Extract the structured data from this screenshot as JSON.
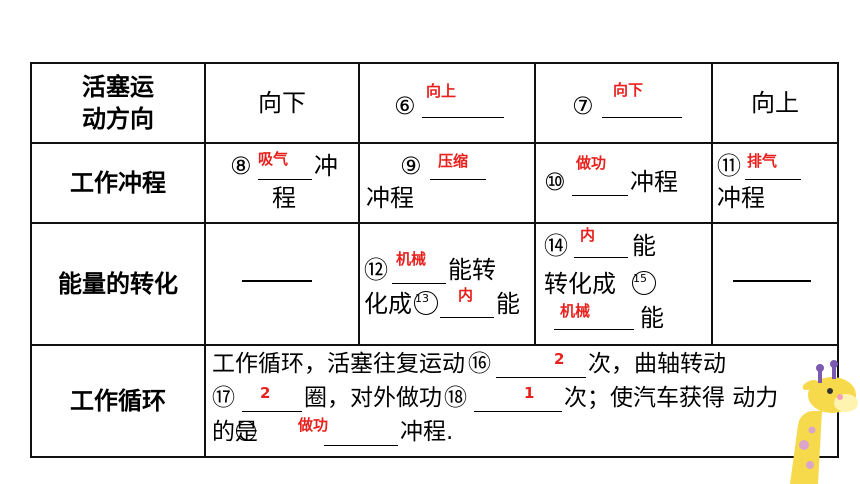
{
  "header": {
    "label_col": "活塞运\n动方向",
    "c1": "向下",
    "c2_num": "⑥",
    "c2_ans": "向上",
    "c3_num": "⑦",
    "c3_ans": "向下",
    "c4": "向上"
  },
  "stroke_row": {
    "label": "工作冲程",
    "c1_num": "⑧",
    "c1_ans": "吸气",
    "c1_tail1": "冲",
    "c1_tail2": "程",
    "c2_num": "⑨",
    "c2_ans": "压缩",
    "c2_tail": "冲程",
    "c3_num": "⑩",
    "c3_ans": "做功",
    "c3_tail": "冲程",
    "c4_num": "⑪",
    "c4_ans": "排气",
    "c4_tail": "冲程"
  },
  "energy_row": {
    "label": "能量的转化",
    "c2_num": "⑫",
    "c2_ans1": "机械",
    "c2_mid1": "能转",
    "c2_mid2": "化成",
    "c2_circ": "13",
    "c2_ans2": "内",
    "c2_tail": "能",
    "c3_num": "⑭",
    "c3_ans1": "内",
    "c3_mid1": "能",
    "c3_mid2": "转化成",
    "c3_circ": "15",
    "c3_ans2": "机械",
    "c3_tail": "能"
  },
  "cycle_row": {
    "label": "工作循环",
    "l1_a": "工作循环，活塞往复运动",
    "l1_num": "⑯",
    "l1_ans": "2",
    "l1_b": "次，曲轴转动",
    "l2_num": "⑰",
    "l2_ans": "2",
    "l2_a": "圈，对外做功",
    "l2_num2": "⑱",
    "l2_ans2": "1",
    "l2_b": "次；使汽车获得 动力",
    "l3_a": "的是",
    "l3_ans": "做功",
    "l3_b": "冲程."
  },
  "colors": {
    "answer_red": "#e8211e"
  }
}
